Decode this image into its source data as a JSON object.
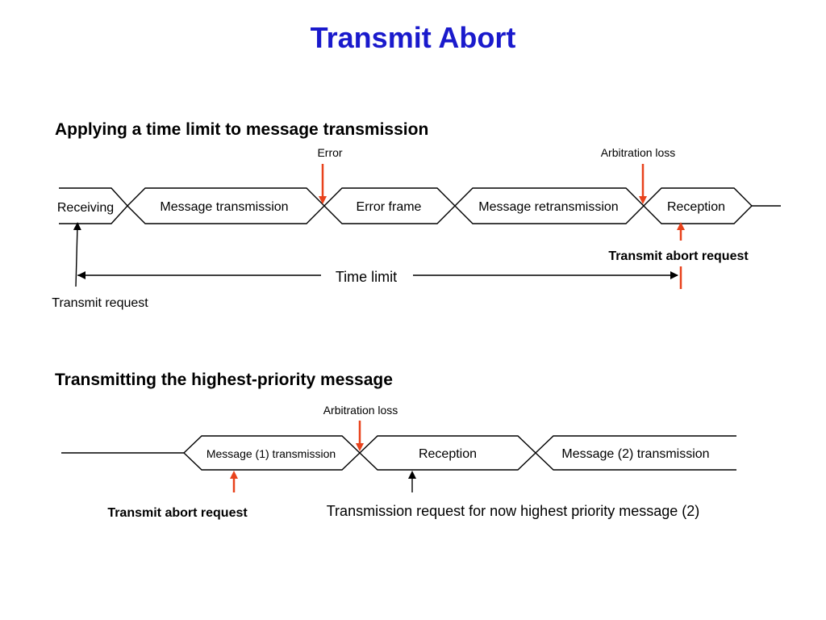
{
  "title": "Transmit Abort",
  "colors": {
    "title": "#1a1acc",
    "arrow_red": "#e8421c",
    "line": "#000000"
  },
  "section1": {
    "heading": "Applying a time limit to message transmission",
    "labels": {
      "error": "Error",
      "arbitration_loss": "Arbitration loss",
      "transmit_abort_request": "Transmit abort request",
      "time_limit": "Time limit",
      "transmit_request": "Transmit request"
    },
    "segments": [
      "Receiving",
      "Message transmission",
      "Error frame",
      "Message retransmission",
      "Reception"
    ]
  },
  "section2": {
    "heading": "Transmitting the highest-priority message",
    "labels": {
      "arbitration_loss": "Arbitration loss",
      "transmit_abort_request": "Transmit abort request",
      "transmission_request": "Transmission request for now highest priority message (2)"
    },
    "segments": [
      "Message (1) transmission",
      "Reception",
      "Message (2) transmission"
    ]
  }
}
